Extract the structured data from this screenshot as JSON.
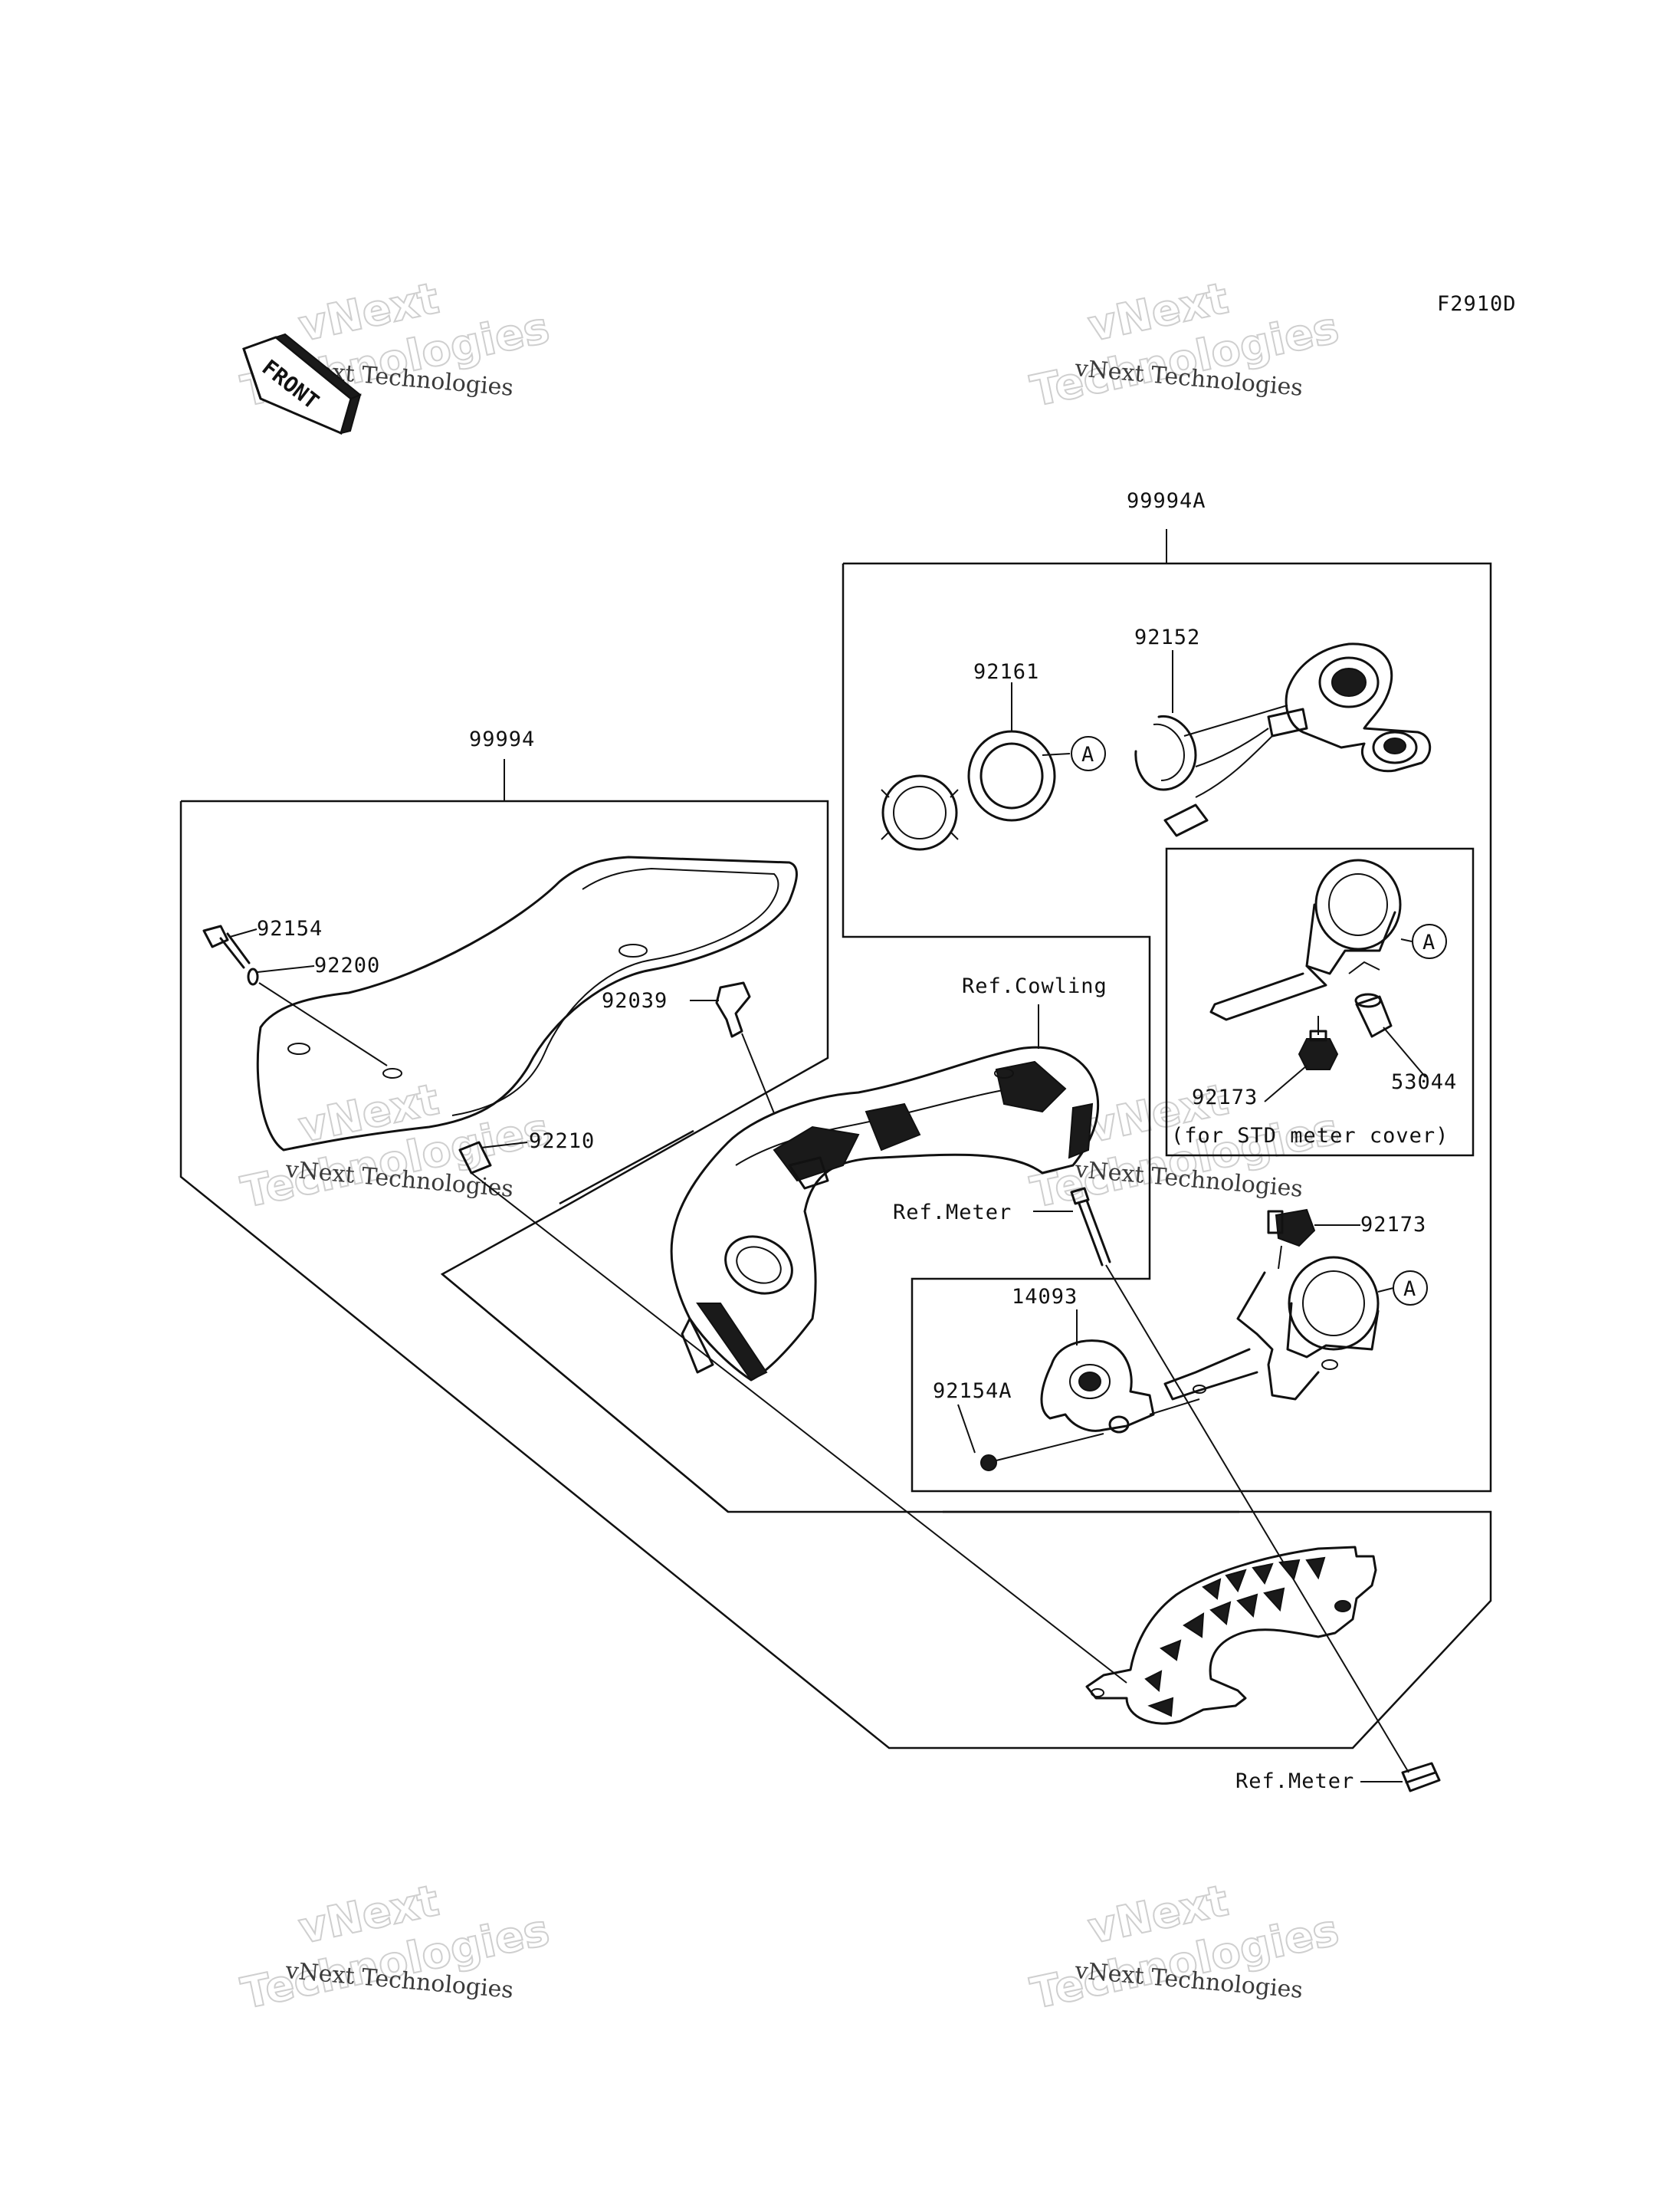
{
  "figure_code": "F2910D",
  "front_marker": "FRONT",
  "watermark": {
    "small": "vNext Technologies",
    "big_line1": "vNext",
    "big_line2": "Technologies"
  },
  "callouts": {
    "kit_main": "99994",
    "kit_sub": "99994A",
    "ring_front": "92161",
    "circlip": "92152",
    "bolt_long": "92154",
    "washer": "92200",
    "clip_nut": "92039",
    "nut_clip": "92210",
    "ref_cowling": "Ref.Cowling",
    "ref_meter_upper": "Ref.Meter",
    "ref_meter_lower": "Ref.Meter",
    "damper": "53044",
    "switch_upper": "92173",
    "switch_lower": "92173",
    "std_note": "(for STD meter cover)",
    "holder": "14093",
    "screw": "92154A",
    "ref_a1": "A",
    "ref_a2": "A",
    "ref_a3": "A"
  }
}
